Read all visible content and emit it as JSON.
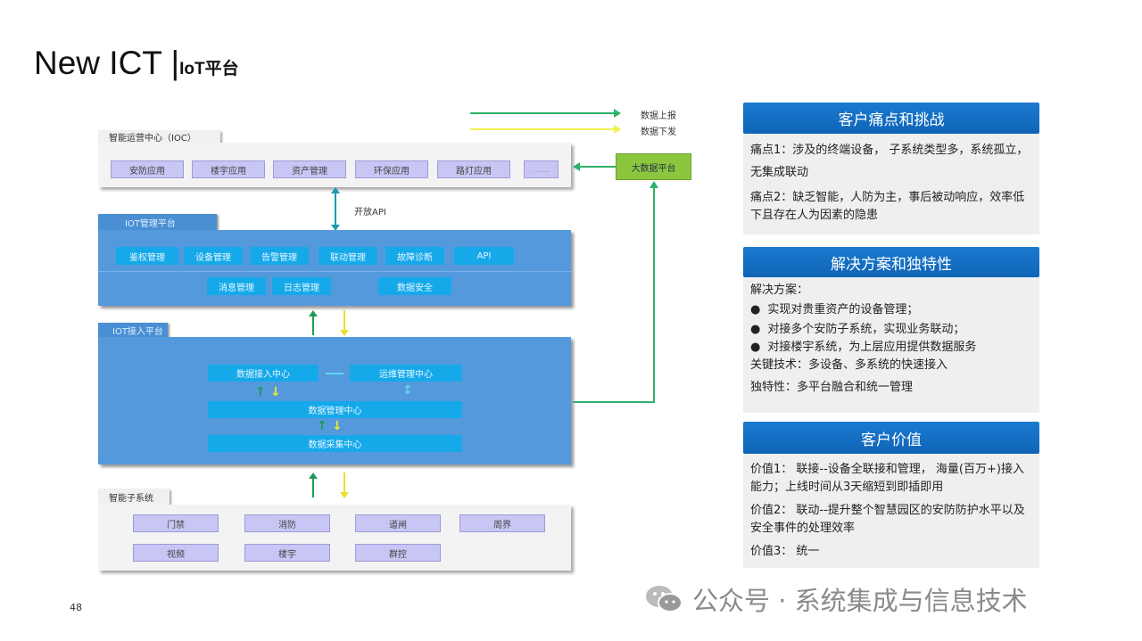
{
  "header": {
    "title": "New ICT |",
    "subtitle": "IoT平台"
  },
  "legend": {
    "up": "数据上报",
    "down": "数据下发",
    "colors": {
      "up": "#2eb26a",
      "down": "#f0f050"
    }
  },
  "ioc": {
    "tab": "智能运营中心（IOC）",
    "items": [
      "安防应用",
      "楼宇应用",
      "资产管理",
      "环保应用",
      "路灯应用",
      "……"
    ]
  },
  "bigdata": "大数据平台",
  "open_api": "开放API",
  "mgmt": {
    "tab": "IOT管理平台",
    "row1": [
      "鉴权管理",
      "设备管理",
      "告警管理",
      "联动管理",
      "故障诊断",
      "API"
    ],
    "row2": [
      "消息管理",
      "日志管理",
      "数据安全"
    ]
  },
  "access": {
    "tab": "IOT接入平台",
    "data_access": "数据接入中心",
    "ops": "运维管理中心",
    "data_mgmt": "数据管理中心",
    "data_collect": "数据采集中心"
  },
  "subsys": {
    "tab": "智能子系统",
    "row1": [
      "门禁",
      "消防",
      "道闸",
      "周界"
    ],
    "row2": [
      "视频",
      "楼宇",
      "群控"
    ]
  },
  "cards": {
    "pain": {
      "title": "客户痛点和挑战",
      "p1": "痛点1：涉及的终端设备，  子系统类型多，系统孤立，无集成联动",
      "p2": "痛点2：缺乏智能，人防为主，事后被动响应，效率低下且存在人为因素的隐患"
    },
    "solution": {
      "title": "解决方案和独特性",
      "intro": "解决方案：",
      "bullets": [
        "实现对贵重资产的设备管理；",
        "对接多个安防子系统，实现业务联动；",
        "对接楼宇系统，为上层应用提供数据服务"
      ],
      "tech": "关键技术：多设备、多系统的快速接入",
      "unique": "独特性：多平台融合和统一管理"
    },
    "value": {
      "title": "客户价值",
      "v1": "价值1：  联接--设备全联接和管理，  海量(百万+)接入能力；上线时间从3天缩短到即插即用",
      "v2": "价值2：  联动--提升整个智慧园区的安防防护水平以及安全事件的处理效率",
      "v3": "价值3：  统一"
    }
  },
  "page_number": "48",
  "watermark": "公众号 · 系统集成与信息技术"
}
